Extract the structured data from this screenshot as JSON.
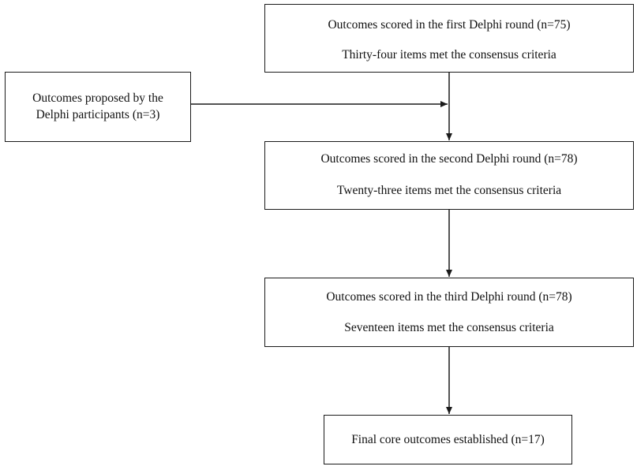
{
  "diagram": {
    "nodes": [
      {
        "id": "round1",
        "lines": [
          "Outcomes scored in the first Delphi round (n=75)",
          "Thirty-four items met the consensus criteria"
        ]
      },
      {
        "id": "proposed",
        "lines": [
          "Outcomes proposed by the",
          "Delphi participants (n=3)"
        ]
      },
      {
        "id": "round2",
        "lines": [
          "Outcomes scored in the second Delphi round (n=78)",
          "Twenty-three items met the consensus criteria"
        ]
      },
      {
        "id": "round3",
        "lines": [
          "Outcomes scored in the third Delphi round (n=78)",
          "Seventeen items met the consensus criteria"
        ]
      },
      {
        "id": "final",
        "lines": [
          "Final core outcomes established (n=17)"
        ]
      }
    ],
    "edges": [
      {
        "from": "round1",
        "to": "round2"
      },
      {
        "from": "proposed",
        "to": "round2"
      },
      {
        "from": "round2",
        "to": "round3"
      },
      {
        "from": "round3",
        "to": "final"
      }
    ],
    "line_color": "#1a1a1a"
  }
}
